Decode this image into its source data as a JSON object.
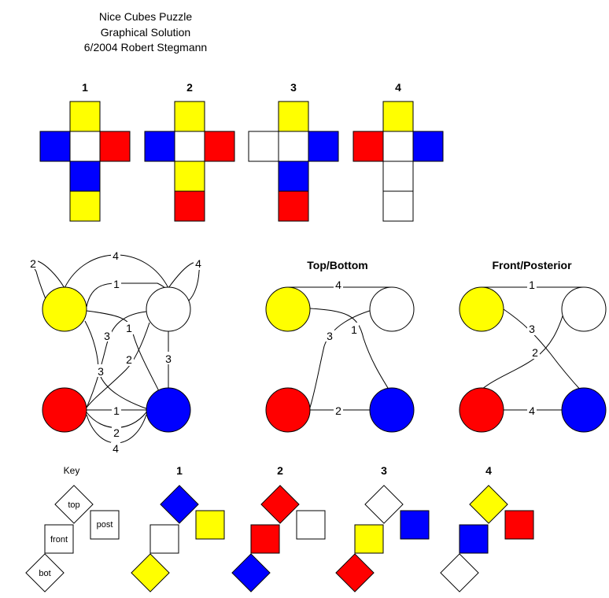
{
  "title": {
    "line1": "Nice Cubes Puzzle",
    "line2": "Graphical Solution",
    "line3": "6/2004 Robert Stegmann"
  },
  "colors": {
    "yellow": "#ffff00",
    "red": "#ff0000",
    "blue": "#0000ff",
    "white": "#ffffff"
  },
  "nets": [
    {
      "label": "1",
      "top": "yellow",
      "left": "blue",
      "center": "white",
      "right": "red",
      "below1": "blue",
      "below2": "yellow"
    },
    {
      "label": "2",
      "top": "yellow",
      "left": "blue",
      "center": "white",
      "right": "red",
      "below1": "yellow",
      "below2": "red"
    },
    {
      "label": "3",
      "top": "yellow",
      "left": "white",
      "center": "white",
      "right": "blue",
      "below1": "blue",
      "below2": "red"
    },
    {
      "label": "4",
      "top": "yellow",
      "left": "red",
      "center": "white",
      "right": "blue",
      "below1": "white",
      "below2": "white"
    }
  ],
  "graphs": {
    "all": {
      "title": ""
    },
    "top_bottom": {
      "title": "Top/Bottom"
    },
    "front_posterior": {
      "title": "Front/Posterior"
    }
  },
  "edge_labels": {
    "all": [
      "2",
      "4",
      "4",
      "1",
      "1",
      "3",
      "3",
      "2",
      "3",
      "1",
      "2",
      "4"
    ],
    "top_bottom": [
      "4",
      "3",
      "1",
      "2"
    ],
    "front_posterior": [
      "1",
      "3",
      "2",
      "4"
    ]
  },
  "key": {
    "heading": "Key",
    "top": "top",
    "post": "post",
    "front": "front",
    "bot": "bot"
  },
  "solution": [
    {
      "label": "1",
      "top": "blue",
      "post": "yellow",
      "front": "white",
      "bot": "yellow"
    },
    {
      "label": "2",
      "top": "red",
      "post": "white",
      "front": "red",
      "bot": "blue"
    },
    {
      "label": "3",
      "top": "white",
      "post": "blue",
      "front": "yellow",
      "bot": "red"
    },
    {
      "label": "4",
      "top": "yellow",
      "post": "red",
      "front": "blue",
      "bot": "white"
    }
  ]
}
